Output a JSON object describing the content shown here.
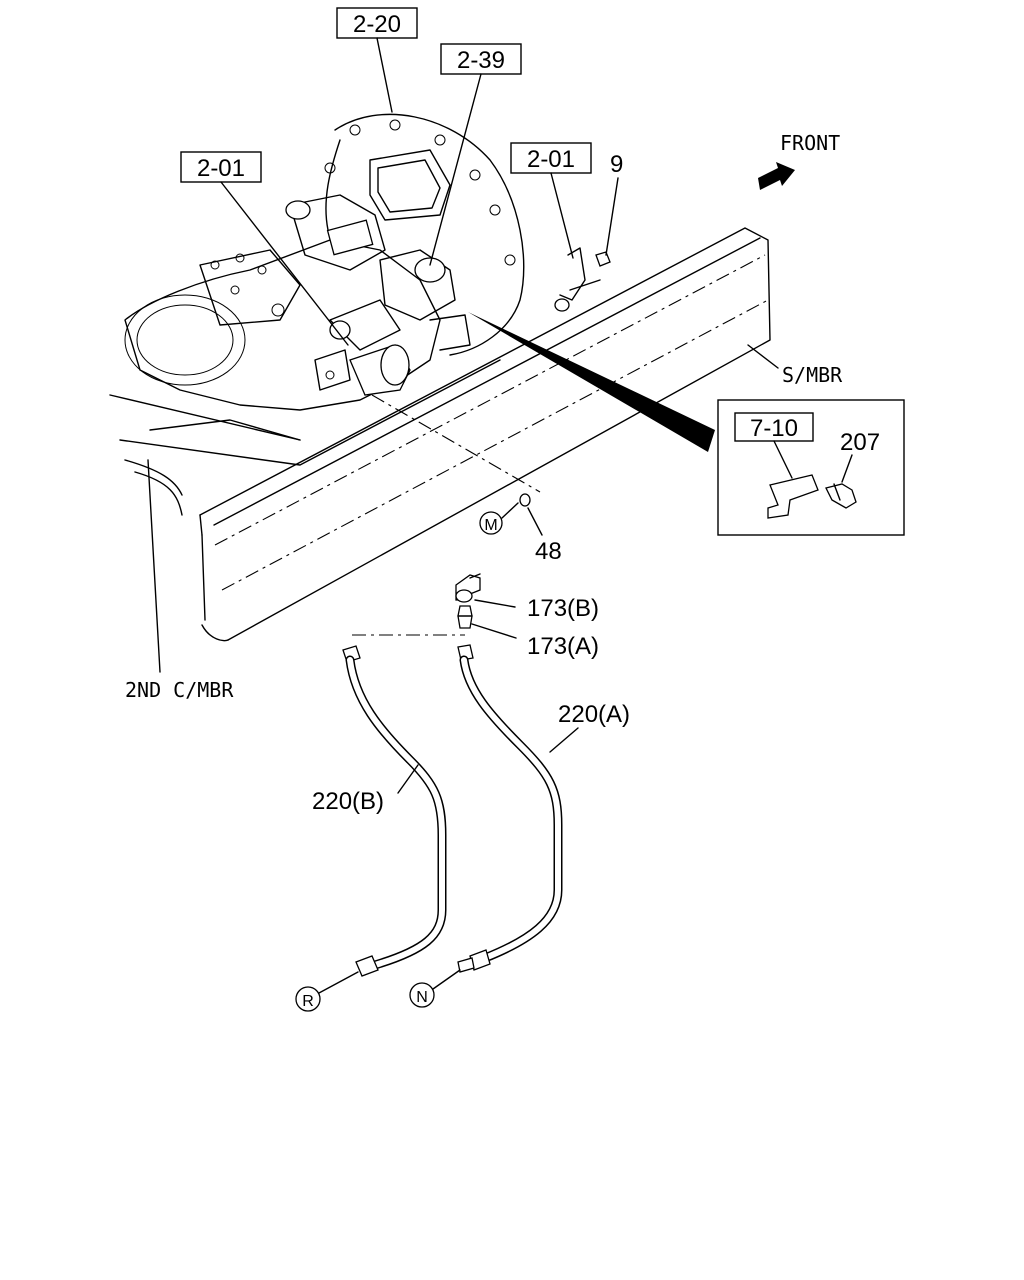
{
  "callouts": {
    "ref_2_20": "2-20",
    "ref_2_39": "2-39",
    "ref_2_01_left": "2-01",
    "ref_2_01_right": "2-01",
    "ref_7_10": "7-10"
  },
  "parts": {
    "p9": "9",
    "p207": "207",
    "p48": "48",
    "p173b": "173(B)",
    "p173a": "173(A)",
    "p220a": "220(A)",
    "p220b": "220(B)"
  },
  "labels": {
    "front": "FRONT",
    "side_member": "S/MBR",
    "second_cross_member": "2ND C/MBR"
  },
  "markers": {
    "m": "M",
    "r": "R",
    "n": "N"
  }
}
